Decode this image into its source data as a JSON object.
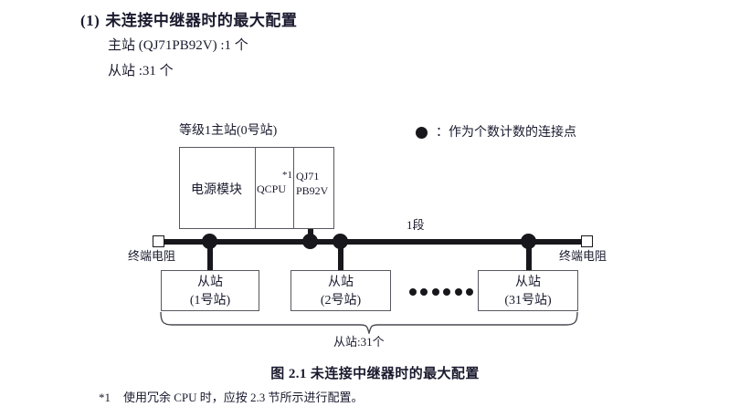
{
  "section": {
    "number": "(1)",
    "title": "未连接中继器时的最大配置",
    "lines": [
      "主站 (QJ71PB92V) :1 个",
      "从站 :31 个"
    ]
  },
  "legend": {
    "dot_icon": "filled-circle-icon",
    "separator": "：",
    "text": "作为个数计数的连接点"
  },
  "diagram": {
    "master": {
      "caption": "等级1主站(0号站)",
      "cells": [
        {
          "label": "电源模块"
        },
        {
          "label": "QCPU",
          "footnote_mark": "*1"
        },
        {
          "label_line1": "QJ71",
          "label_line2": "PB92V"
        }
      ]
    },
    "segment_label": "1段",
    "terminators": [
      {
        "position": "left",
        "label": "终端电阻"
      },
      {
        "position": "right",
        "label": "终端电阻"
      }
    ],
    "slaves": [
      {
        "title": "从站",
        "station": "(1号站)"
      },
      {
        "title": "从站",
        "station": "(2号站)"
      },
      {
        "title": "从站",
        "station": "(31号站)"
      }
    ],
    "ellipsis_dot_count": 6,
    "brace_label": "从站:31个"
  },
  "figure_caption": "图 2.1  未连接中继器时的最大配置",
  "footnote": {
    "mark": "*1",
    "text": "使用冗余 CPU 时，应按 2.3 节所示进行配置。"
  }
}
